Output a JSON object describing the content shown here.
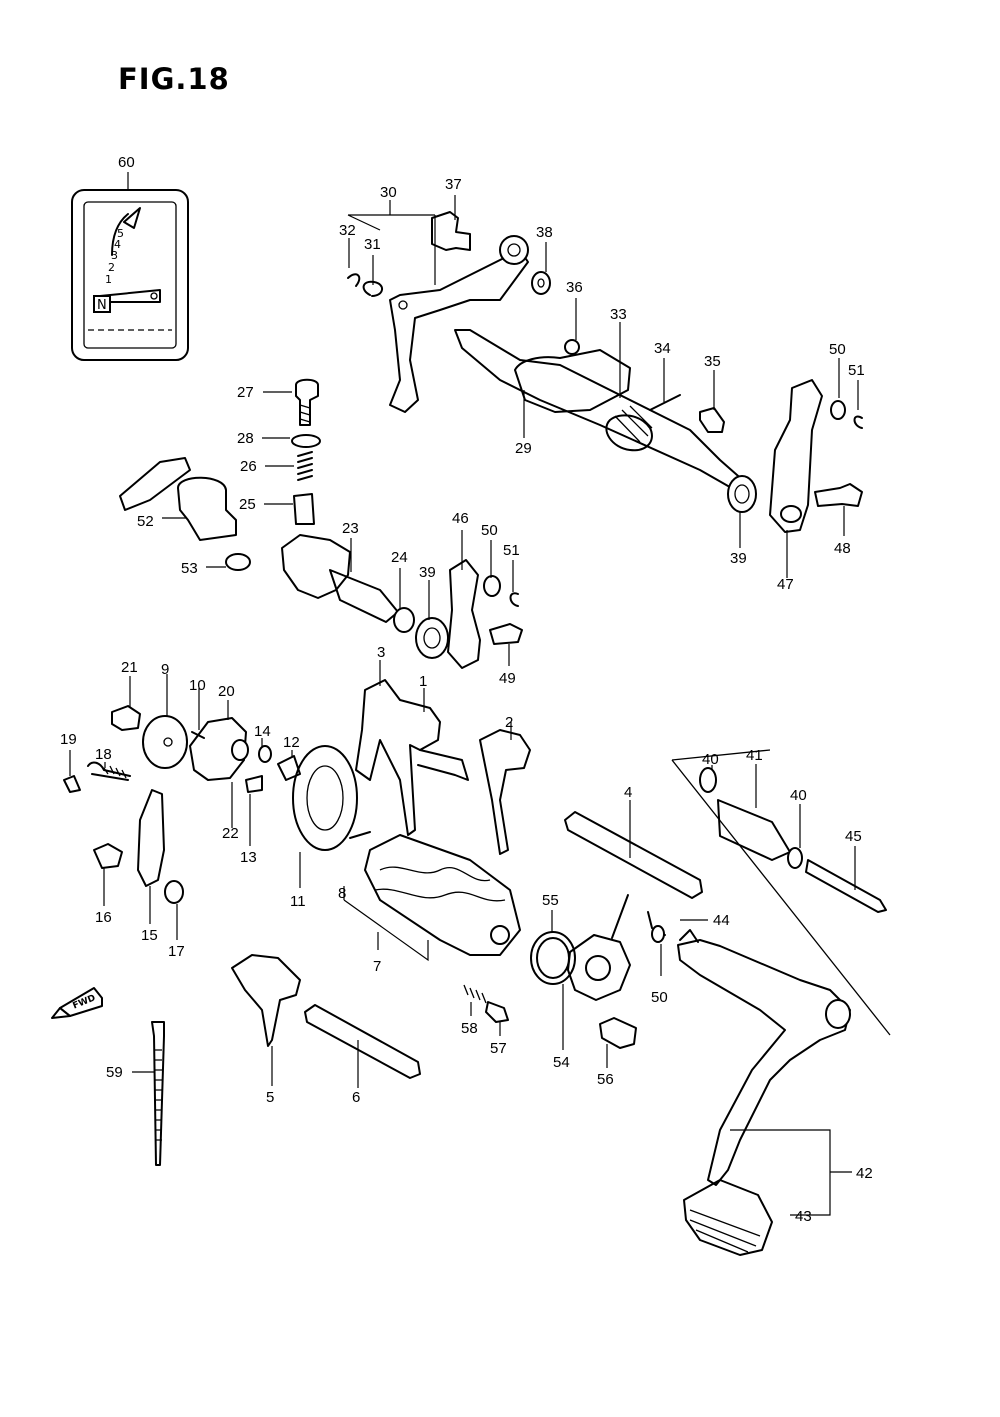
{
  "figure": {
    "title": "FIG.18"
  },
  "shift_pattern": {
    "gears": [
      "5",
      "4",
      "3",
      "2",
      "1"
    ],
    "neutral": "N"
  },
  "fwd_marker": "FWD",
  "callouts": [
    "1",
    "2",
    "3",
    "4",
    "5",
    "6",
    "7",
    "8",
    "9",
    "10",
    "11",
    "12",
    "13",
    "14",
    "15",
    "16",
    "17",
    "18",
    "19",
    "20",
    "21",
    "22",
    "23",
    "24",
    "25",
    "26",
    "27",
    "28",
    "29",
    "30",
    "31",
    "32",
    "33",
    "34",
    "35",
    "36",
    "37",
    "38",
    "39",
    "39",
    "40",
    "40",
    "41",
    "42",
    "43",
    "44",
    "45",
    "46",
    "47",
    "48",
    "49",
    "50",
    "50",
    "50",
    "51",
    "51",
    "52",
    "53",
    "54",
    "55",
    "56",
    "57",
    "58",
    "59",
    "60"
  ]
}
